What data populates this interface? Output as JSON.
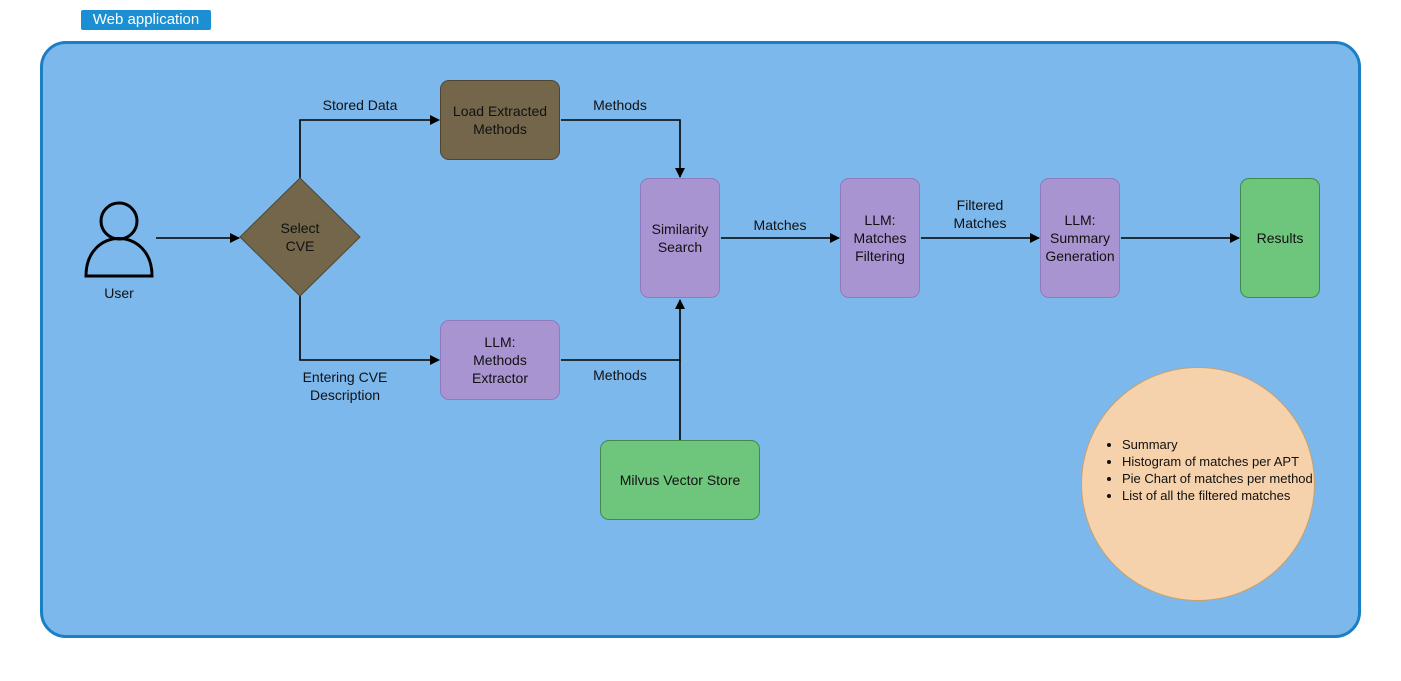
{
  "title_tag": "Web application",
  "colors": {
    "panel": "#7db8ec",
    "panel_border": "#1b7fc4",
    "tag": "#1b8fd1",
    "brown": "#73664a",
    "purple": "#a894d0",
    "green": "#6ec67c",
    "notes": "#f6d2ac"
  },
  "actor": {
    "label": "User",
    "icon": "user-icon"
  },
  "decision": {
    "label": "Select\nCVE"
  },
  "nodes": {
    "load_methods": "Load Extracted\nMethods",
    "methods_extractor": "LLM:\nMethods\nExtractor",
    "similarity_search": "Similarity\nSearch",
    "matches_filtering": "LLM:\nMatches\nFiltering",
    "summary_generation": "LLM:\nSummary\nGeneration",
    "results": "Results",
    "vector_store": "Milvus Vector Store"
  },
  "edge_labels": {
    "stored_data": "Stored Data",
    "entering_cve": "Entering CVE\nDescription",
    "methods_top": "Methods",
    "methods_bottom": "Methods",
    "matches": "Matches",
    "filtered_matches": "Filtered\nMatches"
  },
  "results_details": [
    "Summary",
    "Histogram of matches per APT",
    "Pie Chart of matches per method",
    "List of all the filtered matches"
  ]
}
